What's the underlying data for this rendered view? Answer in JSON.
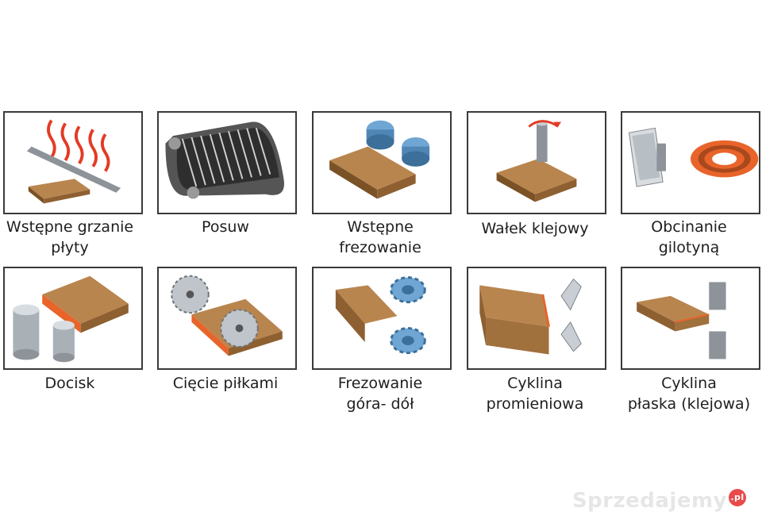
{
  "steps": [
    {
      "line1": "Wstępne grzanie",
      "line2": "płyty"
    },
    {
      "line1": "Posuw",
      "line2": ""
    },
    {
      "line1": "Wstępne",
      "line2": "frezowanie"
    },
    {
      "line1": "Wałek klejowy",
      "line2": ""
    },
    {
      "line1": "Obcinanie",
      "line2": "gilotyną"
    },
    {
      "line1": "Docisk",
      "line2": ""
    },
    {
      "line1": "Cięcie piłkami",
      "line2": ""
    },
    {
      "line1": "Frezowanie",
      "line2": "góra- dół"
    },
    {
      "line1": "Cyklina",
      "line2": "promieniowa"
    },
    {
      "line1": "Cyklina",
      "line2": "płaska (klejowa)"
    }
  ],
  "watermark": {
    "text": "Sprzedajemy",
    "badge": ".pl"
  },
  "colors": {
    "wood": "#a0703d",
    "wood_top": "#b9854e",
    "edge_band": "#e8642a",
    "heat": "#e33b24",
    "metal": "#9aa3ab",
    "border": "#3a3a3a"
  }
}
